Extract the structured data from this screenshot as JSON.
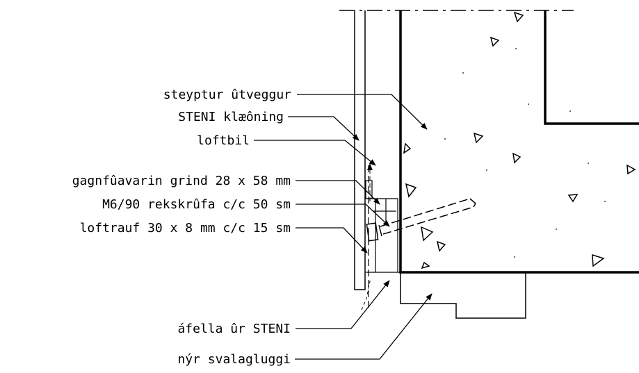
{
  "labels": {
    "exterior_wall": "steyptur ûtveggur",
    "cladding": "STENI klæôning",
    "air_gap": "loftbil",
    "frame": "gagnfûavarin grind 28 x 58 mm",
    "screw": "M6/90 rekskrûfa c/c 50 sm",
    "vent_strip": "loftrauf 30 x 8 mm c/c 15 sm",
    "flashing": "áfella ûr STENI",
    "window": "nýr svalagluggi"
  },
  "colors": {
    "line": "#000000",
    "background": "#ffffff"
  }
}
